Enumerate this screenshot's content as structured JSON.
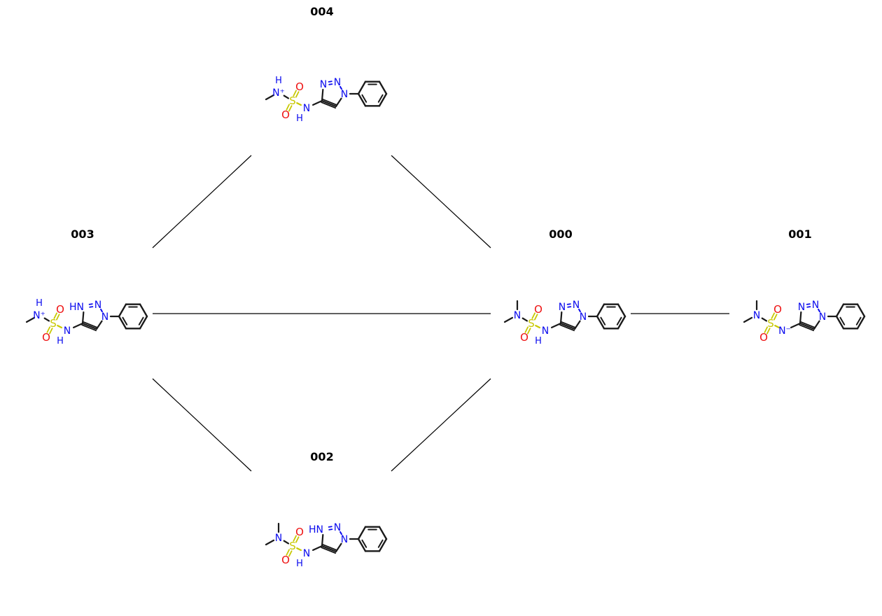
{
  "colors": {
    "carbon": "#1a1a1a",
    "nitrogen": "#0a0aee",
    "oxygen": "#ee1111",
    "sulfur": "#c8c800",
    "edge": "#000000"
  },
  "atom_symbols": {
    "N": "N",
    "NH": "NH",
    "HN": "HN",
    "H": "H",
    "O": "O",
    "S": "S",
    "N_plus": "N⁺",
    "N_minus": "N⁻"
  },
  "nodes": [
    {
      "id": "004",
      "label": "004",
      "variant": "ammonium-neutral"
    },
    {
      "id": "003",
      "label": "003",
      "variant": "ammonium-triazolium"
    },
    {
      "id": "000",
      "label": "000",
      "variant": "neutral"
    },
    {
      "id": "001",
      "label": "001",
      "variant": "anion"
    },
    {
      "id": "002",
      "label": "002",
      "variant": "triazolium"
    }
  ],
  "edges": [
    {
      "from": "004",
      "to": "003"
    },
    {
      "from": "004",
      "to": "000"
    },
    {
      "from": "003",
      "to": "000"
    },
    {
      "from": "000",
      "to": "001"
    },
    {
      "from": "003",
      "to": "002"
    },
    {
      "from": "000",
      "to": "002"
    }
  ]
}
